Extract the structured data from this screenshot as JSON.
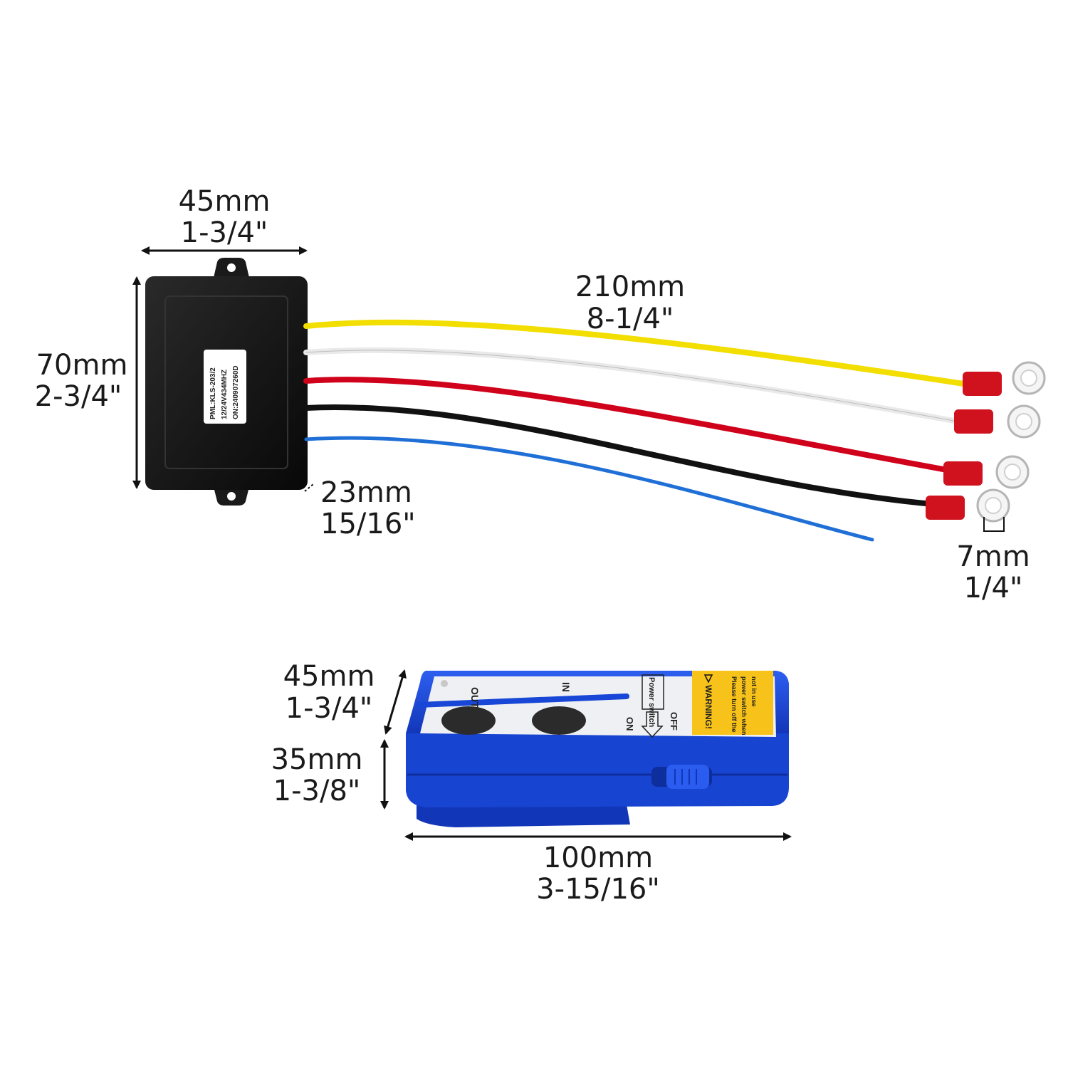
{
  "receiver": {
    "width": {
      "mm": "45mm",
      "inch": "1-3/4\""
    },
    "height": {
      "mm": "70mm",
      "inch": "2-3/4\""
    },
    "depth": {
      "mm": "23mm",
      "inch": "15/16\""
    },
    "sticker": {
      "line1": "PML:KLS-203/2",
      "line2": "12/24V434MHZ",
      "line3": "ON:240907260D"
    },
    "wire_length": {
      "mm": "210mm",
      "inch": "8-1/4\""
    },
    "ring_terminal": {
      "mm": "7mm",
      "inch": "1/4\""
    },
    "wire_colors": [
      "#f2de00",
      "#f4f4f4",
      "#d0021b",
      "#111111",
      "#1f6fd6"
    ]
  },
  "remote": {
    "height_top": {
      "mm": "45mm",
      "inch": "1-3/4\""
    },
    "height_body": {
      "mm": "35mm",
      "inch": "1-3/8\""
    },
    "length": {
      "mm": "100mm",
      "inch": "3-15/16\""
    },
    "button_out_label": "OUT",
    "button_in_label": "IN",
    "power_switch_label": "Power switch",
    "on_label": "ON",
    "off_label": "OFF",
    "warning_title": "WARNING!",
    "warning_line1": "Please turn off the",
    "warning_line2": "power switch when",
    "warning_line3": "not in use",
    "body_color": "#1846d6",
    "warning_color": "#f7c21a"
  }
}
